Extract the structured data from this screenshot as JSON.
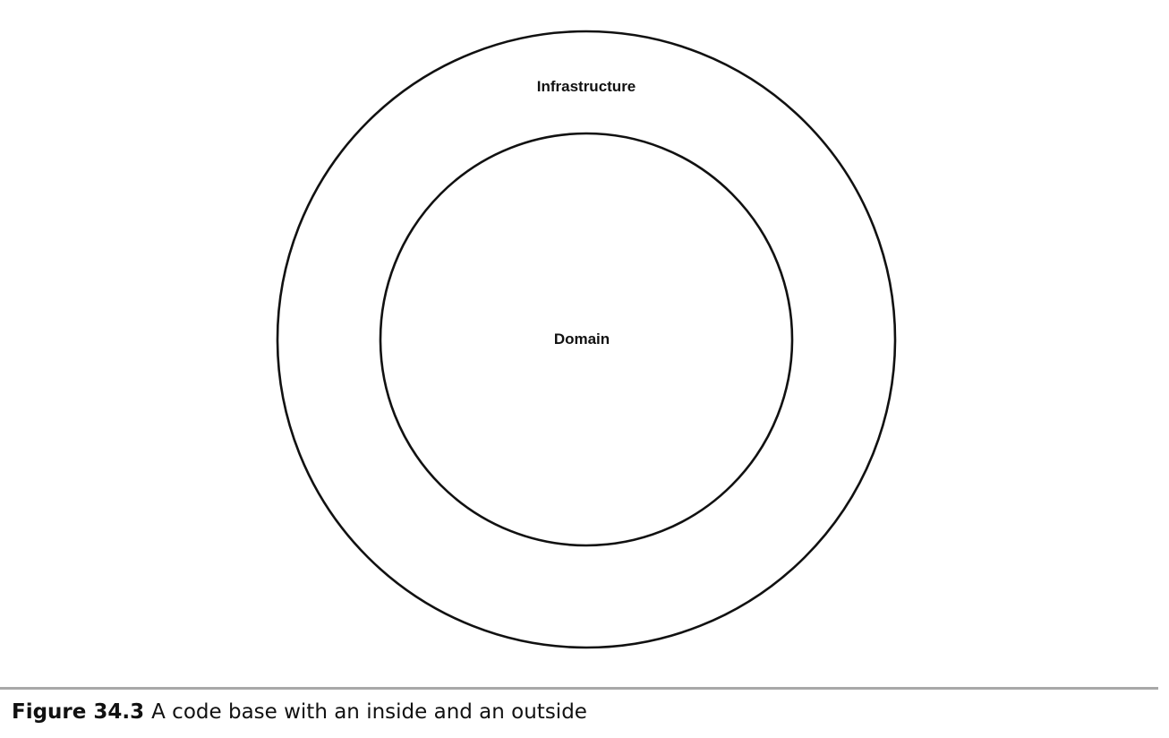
{
  "diagram": {
    "outer_label": "Infrastructure",
    "inner_label": "Domain"
  },
  "caption": {
    "number": "Figure 34.3",
    "text": "A code base with an inside and an outside"
  }
}
